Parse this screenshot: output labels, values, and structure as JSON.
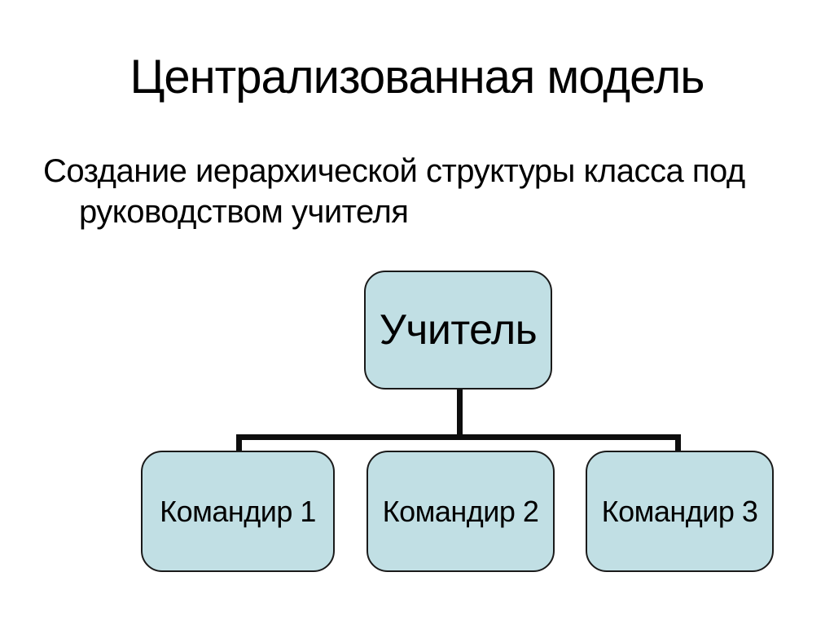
{
  "slide": {
    "title": "Централизованная модель",
    "subtitle_lines": [
      "Создание иерархической структуры класса под",
      "руководством учителя"
    ]
  },
  "diagram": {
    "type": "org-chart",
    "root": {
      "label": "Учитель"
    },
    "children": [
      {
        "label": "Командир 1"
      },
      {
        "label": "Командир 2"
      },
      {
        "label": "Командир 3"
      }
    ]
  },
  "colors": {
    "background": "#ffffff",
    "node_fill": "#c1dfe4",
    "node_border": "#1a1a1a",
    "connector": "#0d0d0d",
    "text": "#000000"
  }
}
